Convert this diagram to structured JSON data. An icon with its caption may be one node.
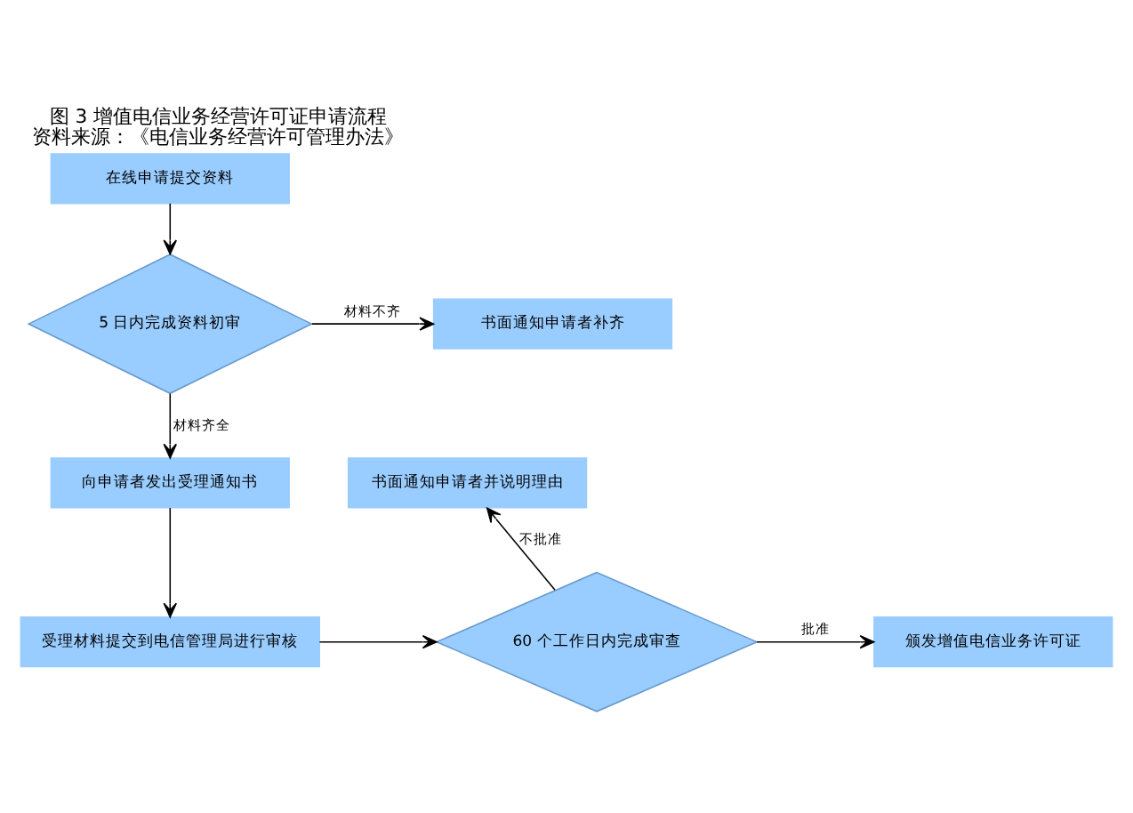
{
  "diagram": {
    "title": "图 3 增值电信业务经营许可证申请流程",
    "caption": "资料来源：《电信业务经营许可管理办法》",
    "nodes": [
      {
        "text": [
          "在线申请提交资料"
        ]
      },
      {
        "text": [
          "5 日内完成资料初审"
        ]
      },
      {
        "text": [
          "书面通知申请者补齐"
        ]
      },
      {
        "text": [
          "向申请者发出受理通知书"
        ]
      },
      {
        "text": [
          "受理材料提交到电信管理局进行审核"
        ]
      },
      {
        "text": [
          "60 个工作日内完成审查"
        ]
      },
      {
        "text": [
          "书面通知申请者并说明理由"
        ]
      },
      {
        "text": [
          "颁发增值电信业务许可证"
        ]
      }
    ],
    "edges": [
      {
        "from": 0,
        "to": 1,
        "arrow": "to"
      },
      {
        "from": 1,
        "to": 2,
        "arrow": "to",
        "label": "材料不齐"
      },
      {
        "from": 1,
        "to": 3,
        "arrow": "to",
        "label": "材料齐全"
      },
      {
        "from": 3,
        "to": 4,
        "arrow": "to"
      },
      {
        "from": 4,
        "to": 5,
        "arrow": "to"
      },
      {
        "from": 5,
        "to": 6,
        "arrow": "to",
        "label": "不批准"
      },
      {
        "from": 5,
        "to": 7,
        "arrow": "to",
        "label": "批准"
      }
    ]
  }
}
